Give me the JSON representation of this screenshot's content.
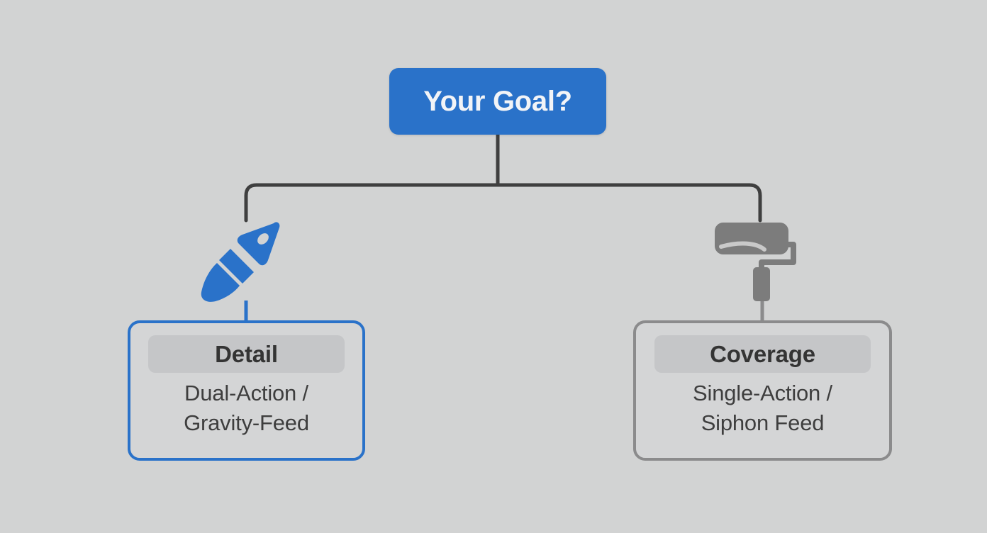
{
  "diagram": {
    "type": "decision-tree",
    "background_color": "#d2d3d3",
    "accent_color": "#2a72c9",
    "neutral_color": "#8b8b8c",
    "connector_color": "#3f3f3f",
    "root": {
      "label": "Your Goal?"
    },
    "branches": [
      {
        "id": "detail",
        "icon": "paintbrush-icon",
        "icon_color": "#2a72c9",
        "header": "Detail",
        "body": "Dual-Action /\nGravity-Feed",
        "highlighted": true,
        "border_color": "#2a72c9"
      },
      {
        "id": "coverage",
        "icon": "paint-roller-icon",
        "icon_color": "#7c7c7c",
        "header": "Coverage",
        "body": "Single-Action /\nSiphon Feed",
        "highlighted": false,
        "border_color": "#8b8b8c"
      }
    ]
  }
}
